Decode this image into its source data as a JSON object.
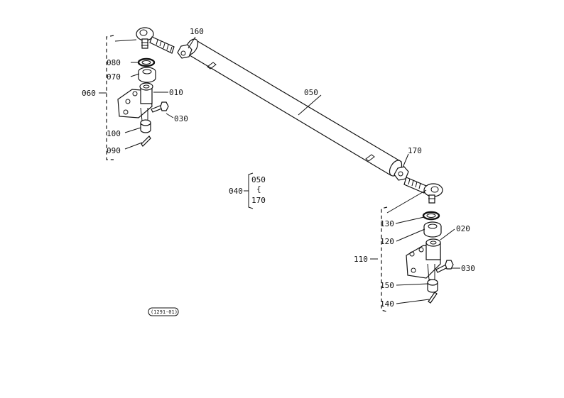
{
  "diagram": {
    "callouts": {
      "p010": "010",
      "p020": "020",
      "p030a": "030",
      "p030b": "030",
      "p040": "040",
      "p050": "050",
      "p050b": "050",
      "p060": "060",
      "p070": "070",
      "p080": "080",
      "p090": "090",
      "p100": "100",
      "p110": "110",
      "p120": "120",
      "p130": "130",
      "p140": "140",
      "p150": "150",
      "p160": "160",
      "p170": "170",
      "p170b": "170"
    },
    "drawing_code": "(1291-01)"
  }
}
